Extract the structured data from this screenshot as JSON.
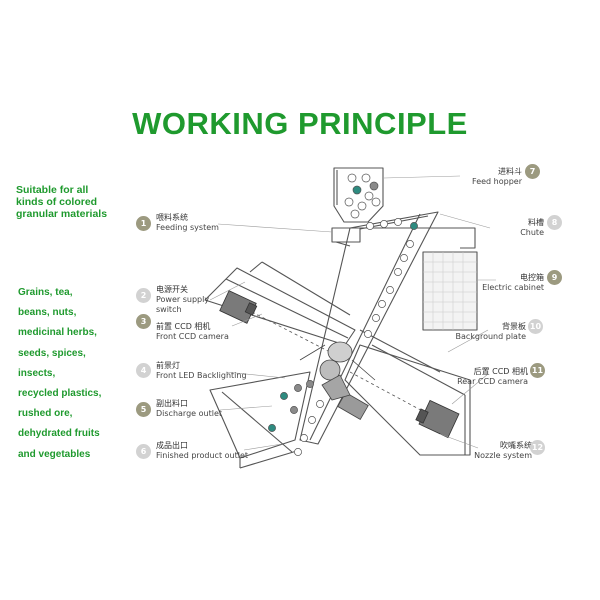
{
  "title": "WORKING PRINCIPLE",
  "suitable_text": [
    "Suitable for all",
    "kinds of colored",
    "granular materials"
  ],
  "materials": [
    "Grains, tea,",
    "beans, nuts,",
    "medicinal herbs,",
    "seeds, spices,",
    "insects,",
    "recycled plastics,",
    "rushed ore,",
    "dehydrated fruits",
    "and vegetables"
  ],
  "colors": {
    "accent_green": "#1f9a2e",
    "line": "#555555",
    "teal_particle": "#2e8b80",
    "gray_particle": "#8a8a8a",
    "badge_dark": "#9c9a80",
    "badge_light": "#d2d2d2"
  },
  "components_left": [
    {
      "num": "1",
      "zh": "喂料系统",
      "en": "Feeding system"
    },
    {
      "num": "2",
      "zh": "电源开关",
      "en": "Power supply switch"
    },
    {
      "num": "3",
      "zh": "前置 CCD 相机",
      "en": "Front CCD camera"
    },
    {
      "num": "4",
      "zh": "前景灯",
      "en": "Front LED Backlighting"
    },
    {
      "num": "5",
      "zh": "副出料口",
      "en": "Discharge outlet"
    },
    {
      "num": "6",
      "zh": "成品出口",
      "en": "Finished product outlet"
    }
  ],
  "components_right": [
    {
      "num": "7",
      "zh": "进料斗",
      "en": "Feed hopper"
    },
    {
      "num": "8",
      "zh": "料槽",
      "en": "Chute"
    },
    {
      "num": "9",
      "zh": "电控箱",
      "en": "Electric cabinet"
    },
    {
      "num": "10",
      "zh": "背景板",
      "en": "Background plate"
    },
    {
      "num": "11",
      "zh": "后置 CCD 相机",
      "en": "Rear CCD camera"
    },
    {
      "num": "12",
      "zh": "吹嘴系统",
      "en": "Nozzle system"
    }
  ]
}
